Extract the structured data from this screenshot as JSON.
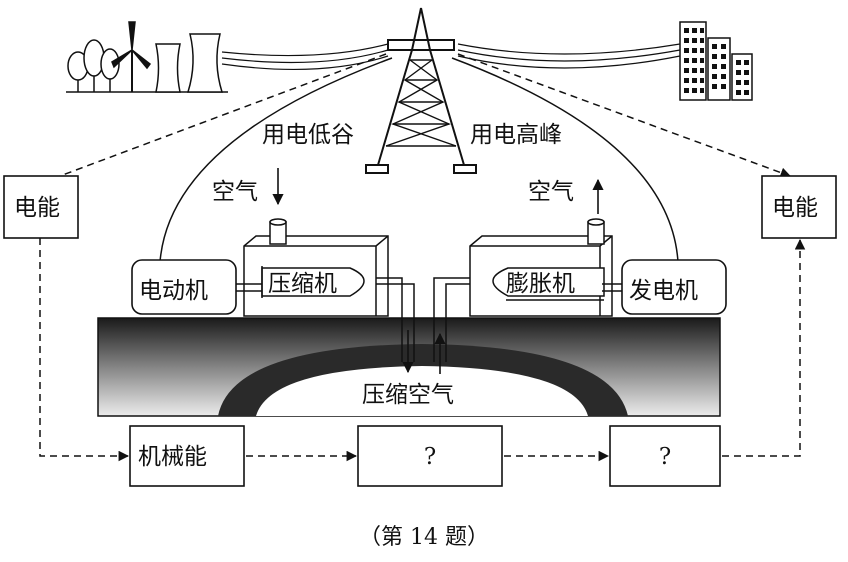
{
  "labels": {
    "low_demand": "用电低谷",
    "high_demand": "用电高峰",
    "air_in": "空气",
    "air_out": "空气",
    "motor": "电动机",
    "compressor": "压缩机",
    "expander": "膨胀机",
    "generator": "发电机",
    "compressed_air": "压缩空气",
    "energy_left": "电能",
    "energy_right": "电能",
    "mechanical_energy": "机械能",
    "unknown_1": "?",
    "unknown_2": "?",
    "caption": "（第 14 题）"
  },
  "icons": {
    "power_plant": "power-plant-icon",
    "transmission_tower": "transmission-tower-icon",
    "city": "city-buildings-icon"
  },
  "colors": {
    "line": "#111111",
    "ground_dark": "#2a2a2a",
    "ground_light": "#e8e8e8",
    "background": "#ffffff"
  }
}
